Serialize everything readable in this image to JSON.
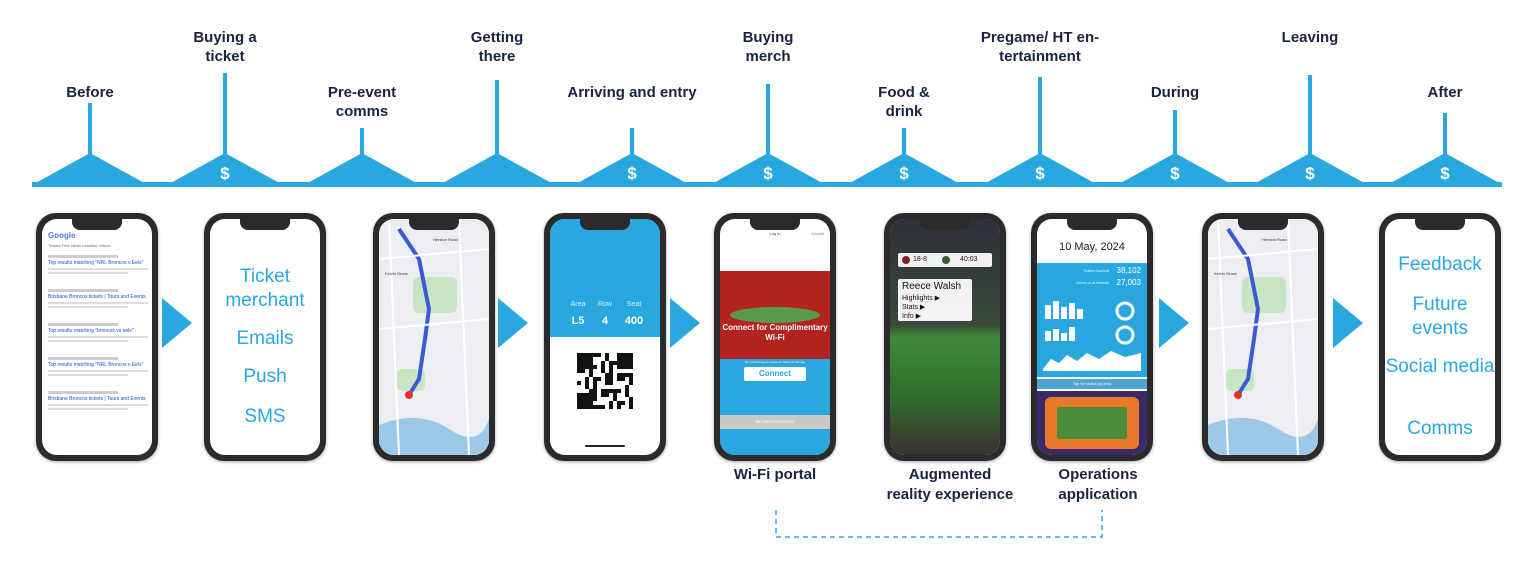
{
  "colors": {
    "accent": "#29a8e0",
    "navy": "#1a2340",
    "dashed": "#29a8e0"
  },
  "stages": [
    {
      "label": "Before",
      "has_cost": false
    },
    {
      "label": "Buying a ticket",
      "has_cost": true
    },
    {
      "label": "Pre-event comms",
      "has_cost": false
    },
    {
      "label": "Getting there",
      "has_cost": false
    },
    {
      "label": "Arriving and entry",
      "has_cost": true
    },
    {
      "label": "Buying merch",
      "has_cost": true
    },
    {
      "label": "Food & drink",
      "has_cost": true
    },
    {
      "label": "Pregame/ HT en-tertainment",
      "has_cost": true
    },
    {
      "label": "During",
      "has_cost": true
    },
    {
      "label": "Leaving",
      "has_cost": true
    },
    {
      "label": "After",
      "has_cost": true
    }
  ],
  "cost_symbol": "$",
  "captions": {
    "wifi": "Wi-Fi portal",
    "ar": "Augmented reality experience",
    "ops": "Operations application"
  },
  "screens": {
    "search": {
      "logo": "Google",
      "tabs": "Tickets   Free   News   Location   Videos",
      "results": [
        "Top results matching \"NRL Broncos v Eels\"",
        "Brisbane Broncos tickets | Tours and Events",
        "Top results matching \"broncos vs eels\"",
        "Top results matching \"NRL Broncos v Eels\"",
        "Brisbane Broncos tickets | Tours and Events"
      ]
    },
    "comms": [
      "Ticket merchant",
      "Emails",
      "Push",
      "SMS"
    ],
    "map": {
      "street": "Herston Road",
      "suburb": "Kelvin Grove"
    },
    "ticket": {
      "headers": [
        "Area",
        "Row",
        "Seat"
      ],
      "values": [
        "L5",
        "4",
        "400"
      ]
    },
    "wifi": {
      "header": "Log in",
      "cancel": "Cancel",
      "title": "Connect for Complimentary Wi-Fi",
      "note": "By connecting you agree to Terms of Service",
      "button": "Connect",
      "footer": "BE A BETTER ATHLETE"
    },
    "ar": {
      "score": "18-8",
      "clock": "40:03",
      "player": "Reece Walsh",
      "menu": [
        "Highlights ▶",
        "Stats ▶",
        "Info ▶"
      ]
    },
    "ops": {
      "date": "10 May, 2024",
      "rows": [
        {
          "label": "Tickets Scanned",
          "value": "38,102"
        },
        {
          "label": "Ovens on at Network",
          "value": "27,003"
        }
      ],
      "tap": "Tap for status by area"
    },
    "after": [
      "Feedback",
      "Future events",
      "Social media",
      "Comms"
    ]
  }
}
